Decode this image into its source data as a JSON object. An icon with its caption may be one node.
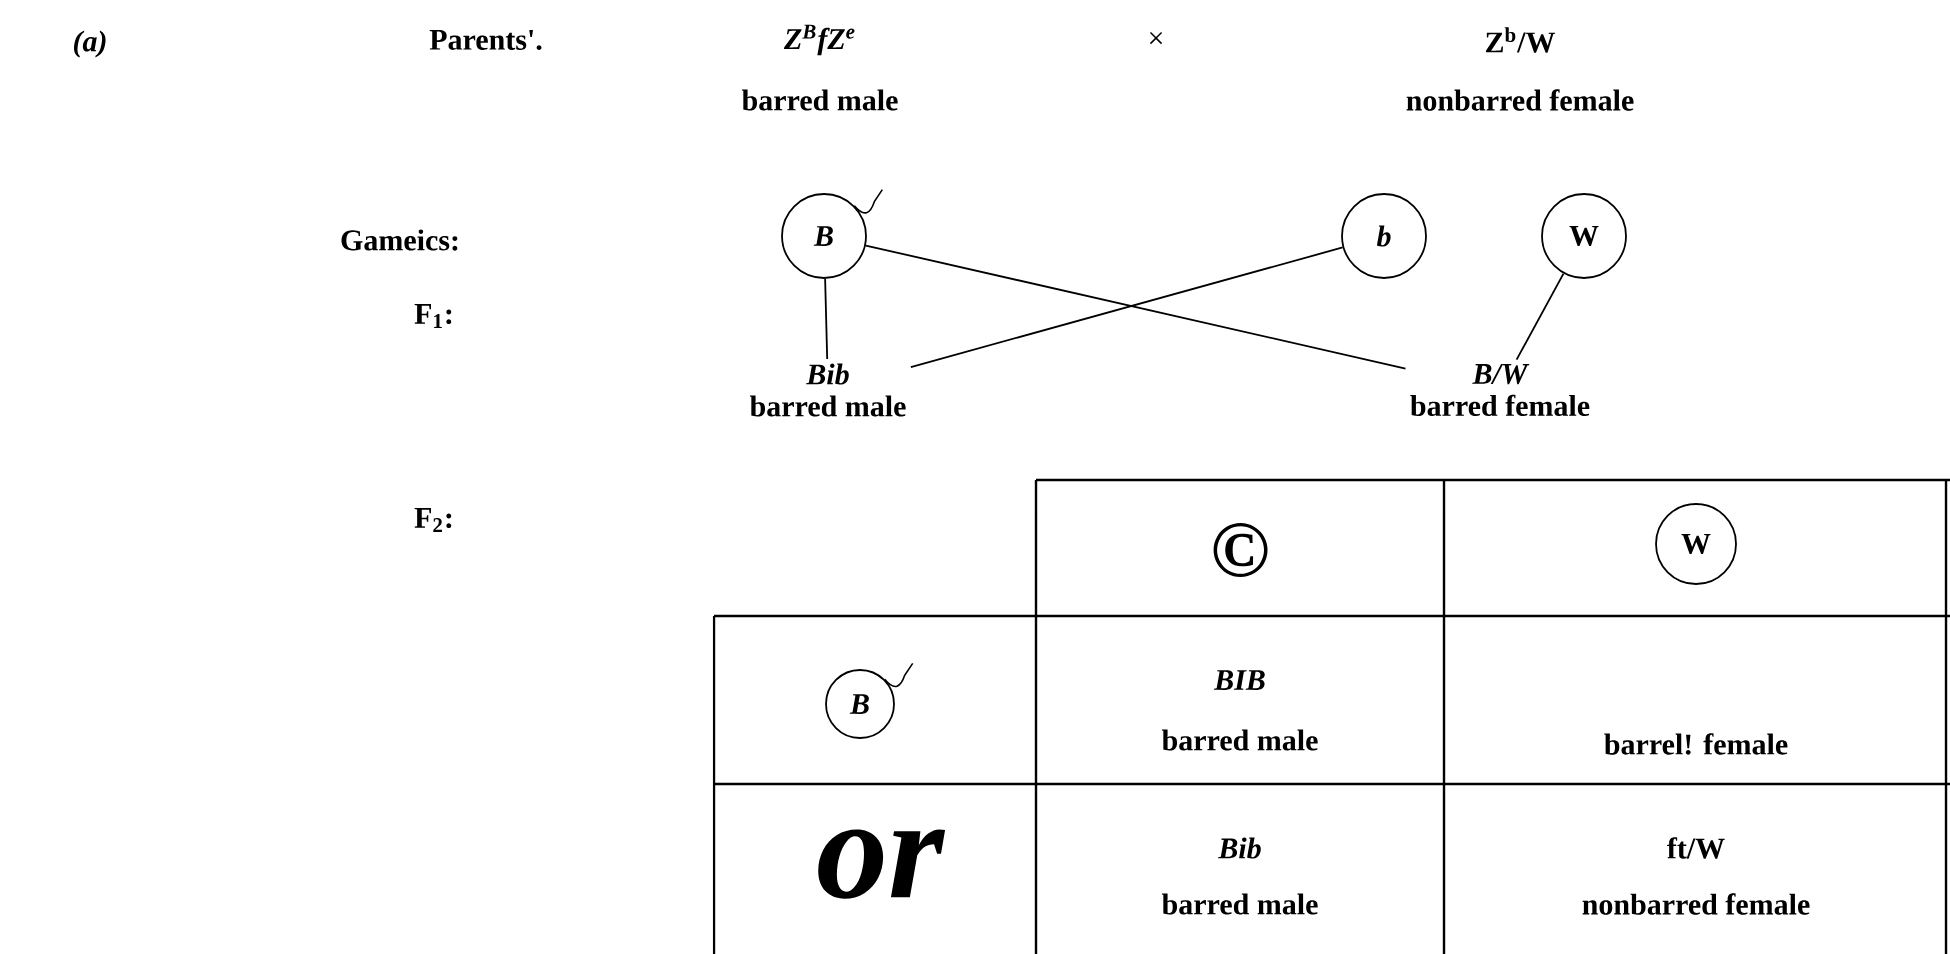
{
  "diagram": {
    "nodes": [
      {
        "text": [
          "B"
        ]
      },
      {
        "text": [
          "b"
        ]
      },
      {
        "text": [
          "W"
        ]
      },
      {
        "text": [
          "Bib",
          "barred male"
        ]
      },
      {
        "text": [
          "B/W",
          "barred female"
        ]
      },
      {
        "text": [
          "W"
        ]
      },
      {
        "text": [
          "B"
        ]
      }
    ],
    "edges": [
      {
        "from": 0,
        "to": 3,
        "arrow": "none"
      },
      {
        "from": 1,
        "to": 3,
        "arrow": "none"
      },
      {
        "from": 0,
        "to": 4,
        "arrow": "none"
      },
      {
        "from": 2,
        "to": 4,
        "arrow": "none"
      }
    ],
    "labels": [
      "(a)",
      "Parents'.",
      "Z$^{B}$fZ$^{e}$",
      "barred male",
      "×",
      "Z$^{b}$/W",
      "nonbarred female",
      "Gameics:",
      "F$_{1}$:",
      "F$_{2}$:",
      "©",
      "BIB",
      "barred male",
      "barrel! female",
      "or",
      "Bib",
      "barred male",
      "ft/W",
      "nonbarred female"
    ]
  }
}
